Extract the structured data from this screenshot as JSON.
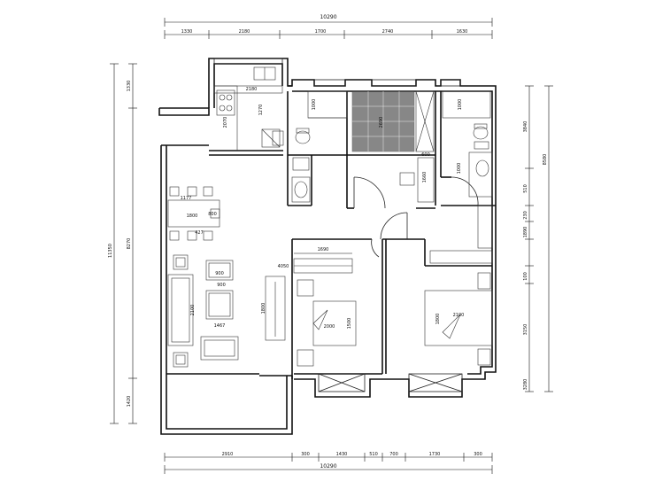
{
  "dimensions": {
    "top_total": "10290",
    "top_segments": [
      "1330",
      "2180",
      "1700",
      "2740",
      "1630"
    ],
    "bottom_total": "10290",
    "bottom_segments": [
      "2910",
      "300",
      "1430",
      "510",
      "700",
      "1730",
      "300"
    ],
    "left_total": "11350",
    "left_segments": [
      "1330",
      "8270",
      "1420"
    ],
    "right_total": "8580",
    "right_segments": [
      "3840",
      "3150",
      "3280",
      "510",
      "230",
      "1890",
      "100"
    ]
  },
  "rooms": {
    "kitchen": {
      "counter_width": "2180",
      "counter_depth": "2070",
      "counter_length": "1270"
    },
    "bath1": {
      "depth": "1000"
    },
    "study": {
      "width": "2690",
      "desk": "600",
      "desk_depth": "1660"
    },
    "bath2": {
      "depth": "1000",
      "vanity": "1000"
    },
    "dining": {
      "table_w": "1800",
      "table_d": "800",
      "sideboard": "1177",
      "stool": "427"
    },
    "living": {
      "coffee_table": "900",
      "sofa_len": "2100",
      "tv_cabinet": "1467",
      "table_top": "900",
      "tv_wall": "1800",
      "rug": "4050"
    },
    "bedroom2": {
      "wardrobe": "1690",
      "bed_w": "2000",
      "bed_l": "1500"
    },
    "master": {
      "bed_w": "2100",
      "bed_l": "1800"
    }
  }
}
